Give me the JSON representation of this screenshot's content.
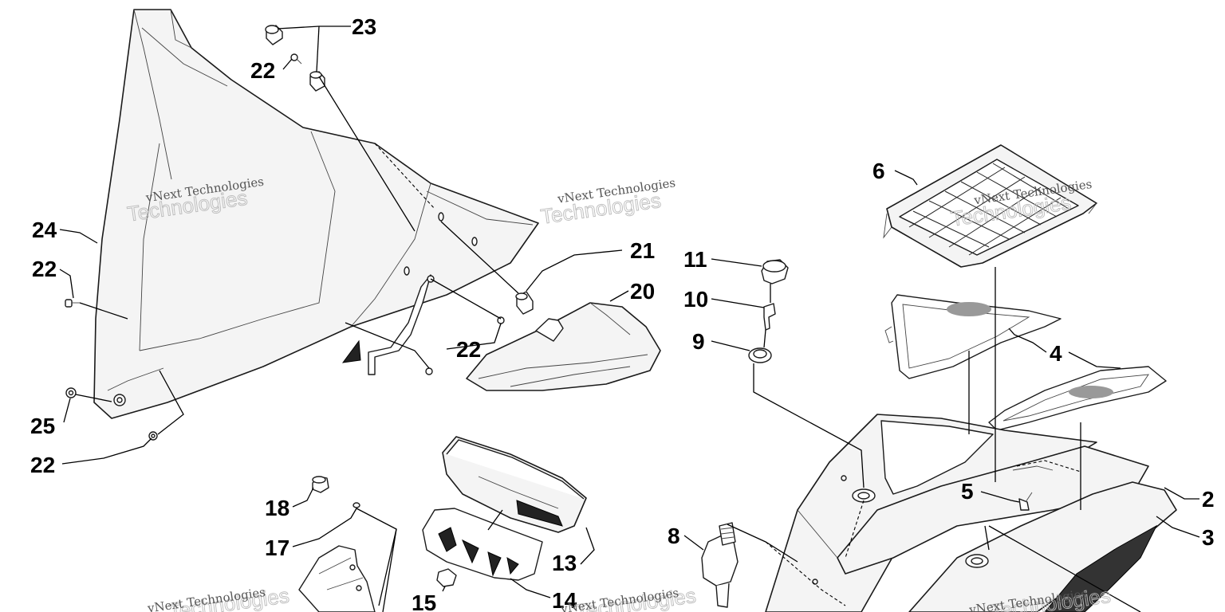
{
  "diagram": {
    "callouts": [
      {
        "id": "c23",
        "label": "23"
      },
      {
        "id": "c22a",
        "label": "22"
      },
      {
        "id": "c24",
        "label": "24"
      },
      {
        "id": "c22b",
        "label": "22"
      },
      {
        "id": "c25",
        "label": "25"
      },
      {
        "id": "c22c",
        "label": "22"
      },
      {
        "id": "c22d",
        "label": "22"
      },
      {
        "id": "c21",
        "label": "21"
      },
      {
        "id": "c20",
        "label": "20"
      },
      {
        "id": "c11",
        "label": "11"
      },
      {
        "id": "c10",
        "label": "10"
      },
      {
        "id": "c9",
        "label": "9"
      },
      {
        "id": "c6",
        "label": "6"
      },
      {
        "id": "c4",
        "label": "4"
      },
      {
        "id": "c5",
        "label": "5"
      },
      {
        "id": "c2",
        "label": "2"
      },
      {
        "id": "c3",
        "label": "3"
      },
      {
        "id": "c18",
        "label": "18"
      },
      {
        "id": "c17",
        "label": "17"
      },
      {
        "id": "c13",
        "label": "13"
      },
      {
        "id": "c8",
        "label": "8"
      },
      {
        "id": "c15",
        "label": "15"
      },
      {
        "id": "c14",
        "label": "14"
      }
    ],
    "watermark": {
      "line1": "vNext Technologies",
      "line2": "vNext Technologies"
    }
  }
}
